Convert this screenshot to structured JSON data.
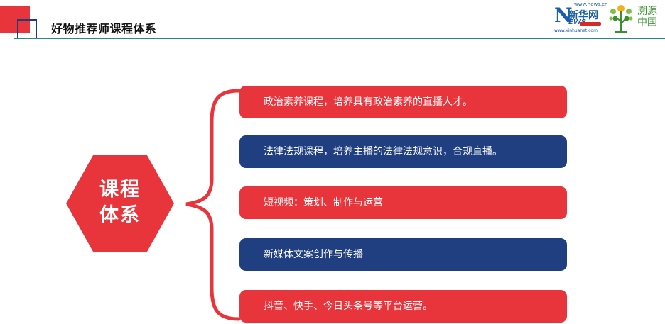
{
  "header": {
    "title": "好物推荐师课程体系"
  },
  "logos": {
    "xinhua": {
      "letter": "N",
      "name": "新华网",
      "ews": "EWS",
      "url_top": "www.news.cn",
      "url_bottom": "www.xinhuanet.com"
    },
    "suyuan": {
      "line1": "溯源",
      "line2": "中国"
    }
  },
  "center": {
    "line1": "课程",
    "line2": "体系"
  },
  "items": [
    {
      "label": "政治素养课程，培养具有政治素养的直播人才。",
      "color": "#e8353c"
    },
    {
      "label": "法律法规课程，培养主播的法律法规意识，合规直播。",
      "color": "#1f3f80"
    },
    {
      "label": "短视频：策划、制作与运营",
      "color": "#e8353c"
    },
    {
      "label": "新媒体文案创作与传播",
      "color": "#1f3f80"
    },
    {
      "label": "抖音、快手、今日头条号等平台运营。",
      "color": "#e8353c"
    }
  ],
  "colors": {
    "accent_red": "#e8353c",
    "accent_blue": "#1f3f80",
    "header_rule": "#2a8a8a"
  }
}
